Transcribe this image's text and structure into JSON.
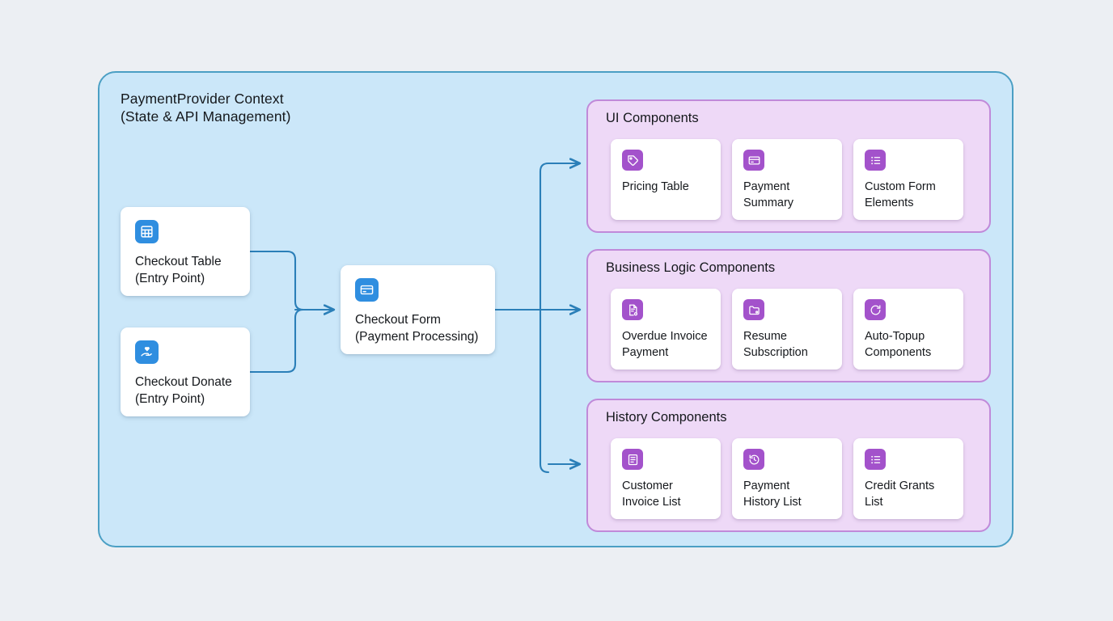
{
  "diagram": {
    "context": {
      "title": "PaymentProvider Context\n(State & API Management)"
    },
    "colors": {
      "page_background": "#eceff3",
      "context_fill": "#cbe7f9",
      "context_border": "#4b9fc4",
      "group_fill": "#eed9f7",
      "group_border": "#c08ad9",
      "card_fill": "#ffffff",
      "icon_blue": "#2f8ee0",
      "icon_purple": "#a352cb",
      "connector": "#2b7fb8"
    },
    "entry_nodes": [
      {
        "label": "Checkout Table\n(Entry Point)",
        "icon": "table-icon"
      },
      {
        "label": "Checkout Donate\n(Entry Point)",
        "icon": "hand-heart-donate-icon"
      }
    ],
    "center_node": {
      "label": "Checkout Form\n(Payment Processing)",
      "icon": "credit-card-icon"
    },
    "groups": [
      {
        "title": "UI Components",
        "cards": [
          {
            "label": "Pricing Table",
            "icon": "price-tag-icon"
          },
          {
            "label": "Payment\nSummary",
            "icon": "credit-card-icon"
          },
          {
            "label": "Custom Form\nElements",
            "icon": "bullet-list-icon"
          }
        ]
      },
      {
        "title": "Business Logic Components",
        "cards": [
          {
            "label": "Overdue Invoice\nPayment",
            "icon": "invoice-document-icon"
          },
          {
            "label": "Resume\nSubscription",
            "icon": "folder-icon"
          },
          {
            "label": "Auto-Topup\nComponents",
            "icon": "refresh-circular-arrow-icon"
          }
        ]
      },
      {
        "title": "History Components",
        "cards": [
          {
            "label": "Customer\nInvoice List",
            "icon": "document-lines-icon"
          },
          {
            "label": "Payment\nHistory List",
            "icon": "clock-history-icon"
          },
          {
            "label": "Credit Grants\nList",
            "icon": "bullet-list-icon"
          }
        ]
      }
    ]
  }
}
